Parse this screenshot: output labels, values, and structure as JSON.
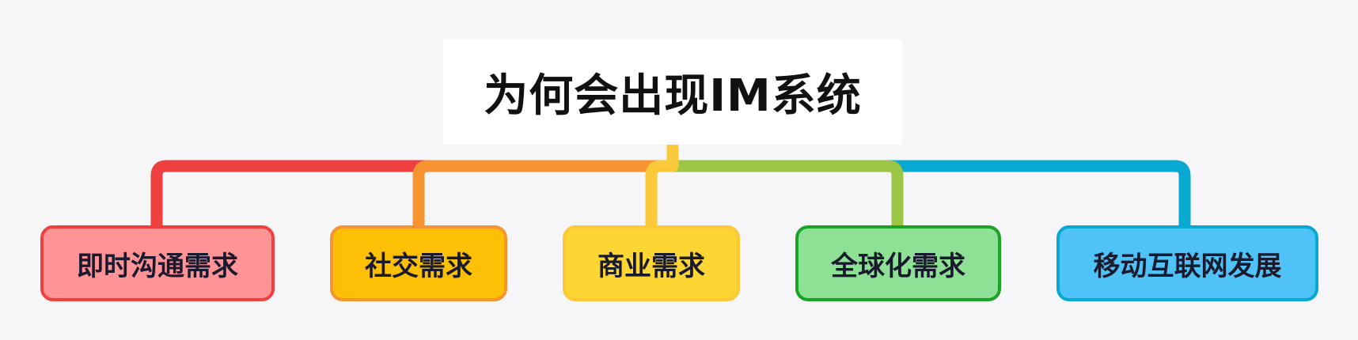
{
  "diagram": {
    "root": {
      "label": "为何会出现IM系统"
    },
    "children": [
      {
        "label": "即时沟通需求",
        "fill": "#ff9396",
        "border": "#ef4040",
        "line": "#ef4040"
      },
      {
        "label": "社交需求",
        "fill": "#fec005",
        "border": "#f79330",
        "line": "#f79330"
      },
      {
        "label": "商业需求",
        "fill": "#fdd634",
        "border": "#fcc93a",
        "line": "#fcc93a"
      },
      {
        "label": "全球化需求",
        "fill": "#8ee094",
        "border": "#1aa324",
        "line": "#9bc545"
      },
      {
        "label": "移动互联网发展",
        "fill": "#4fc3f7",
        "border": "#07a9d3",
        "line": "#07a9d3"
      }
    ]
  }
}
